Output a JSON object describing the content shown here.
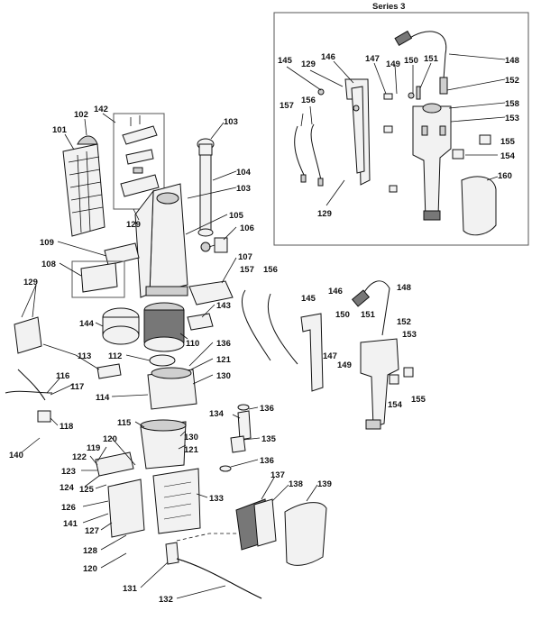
{
  "inset": {
    "title": "Series 3"
  },
  "callouts": {
    "c101": "101",
    "c102": "102",
    "c103a": "103",
    "c103b": "103",
    "c104": "104",
    "c105": "105",
    "c106": "106",
    "c107": "107",
    "c108": "108",
    "c109": "109",
    "c110": "110",
    "c112": "112",
    "c113": "113",
    "c114": "114",
    "c115": "115",
    "c116": "116",
    "c117": "117",
    "c118": "118",
    "c119": "119",
    "c120a": "120",
    "c120b": "120",
    "c121a": "121",
    "c121b": "121",
    "c122": "122",
    "c123": "123",
    "c124": "124",
    "c125": "125",
    "c126": "126",
    "c127": "127",
    "c128": "128",
    "c129a": "129",
    "c129b": "129",
    "c130a": "130",
    "c130b": "130",
    "c131": "131",
    "c132": "132",
    "c133": "133",
    "c134": "134",
    "c135": "135",
    "c136a": "136",
    "c136b": "136",
    "c136c": "136",
    "c137": "137",
    "c138": "138",
    "c139": "139",
    "c140": "140",
    "c141": "141",
    "c142": "142",
    "c143": "143",
    "c144": "144",
    "c145": "145",
    "c146": "146",
    "c147": "147",
    "c148": "148",
    "c149": "149",
    "c150": "150",
    "c151": "151",
    "c152": "152",
    "c153": "153",
    "c154": "154",
    "c155": "155",
    "c156": "156",
    "c157": "157",
    "s129a": "129",
    "s129b": "129",
    "s145": "145",
    "s146": "146",
    "s147": "147",
    "s148": "148",
    "s149": "149",
    "s150": "150",
    "s151": "151",
    "s152": "152",
    "s153": "153",
    "s154": "154",
    "s155": "155",
    "s156": "156",
    "s157": "157",
    "s158": "158",
    "s160": "160"
  }
}
